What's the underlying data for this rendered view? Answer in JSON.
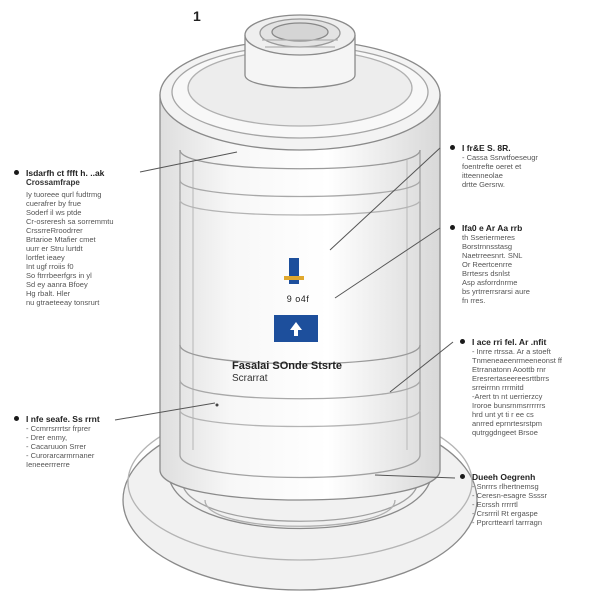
{
  "page_number": "1",
  "center_value": "9 o4f",
  "brand": {
    "title": "Fasalai SOnde Stsrte",
    "subtitle": "Scrarrat"
  },
  "callouts": [
    {
      "id": "left-1",
      "heading": "Isdarfh ct ffft h. ..ak",
      "subheading": "Crossamfrape",
      "body": "Iy tuoreee qurl fudtrmg\ncuerafrer by frue\nSoderf il ws ptde\nCr-osreresh sa sorremmtu\nCrssrreRroodrrer\nBrtarioe Mtafier cmet\nuurr er Stru lurtdt\nlortfet ieaey\nInt ugf rroiis f0\nSo ftrrrbeerfgrs in yl\nSd ey aanra Bfoey\nHg rbalt.        Hler\nnu gtraeteeay tonsrurt"
    },
    {
      "id": "right-1",
      "heading": "I fr&E S. 8R.",
      "subheading": "",
      "body": "- Cassa Ssrwtfoeseugr\nfoentrefte oeret et\nitteenneolae\ndrtte Gersrw."
    },
    {
      "id": "right-2",
      "heading": "Ifa0 e Ar Aa rrb",
      "subheading": "",
      "body": "th Sseriermeres\nBorstrnnsstasg\nNaetrreesnrt. SNL\nOr Reertcenrre\nBrrtesrs dsnlst\nAsp asforrdnrme\nbs yrtrrerrsrarsi aure\nfn rres."
    },
    {
      "id": "right-3",
      "heading": "I ace rri fel. Ar .nfit",
      "subheading": "",
      "body": "- Inrre rtrssa. Ar a stoeft\nTnmeneaeenrmeeneonst ff\nEtrranatonn Aoottb rnr\nEresrertaseereesrttbrrs\nsrreirrnn rrrmitd\n-Arert tn nt uerrierzcy\nIroroe bunsrnmsrrrrrrs\nhrd unt yt ti r ee cs\nanrred eprnrtesrstpm\nqutrggdngeet Brsoe"
    },
    {
      "id": "left-2",
      "heading": "I nfe seafe. Ss rrnt",
      "subheading": "",
      "items": [
        "- Ccmrrsrrrtsr frprer",
        "- Drer enmy,",
        "- Cacaruuon Srrer",
        "- Curorarcarmrnaner",
        "Ieneeerrrerre"
      ]
    },
    {
      "id": "right-4",
      "heading": "Dueeh Oegrenh",
      "subheading": "",
      "items": [
        "- Snrrrs rlhertnemsg",
        "- Ceresn-esagre Ssssr",
        "- Ecrssh rrrrrtl",
        "- Crsrrril Rt ergaspe",
        "- Pprcrttearrl tarrragn"
      ]
    }
  ],
  "colors": {
    "outline": "#8a8a8a",
    "canister_fill": "#f4f4f4",
    "accent_blue": "#1d4f9c",
    "accent_gold": "#e0a82e",
    "text": "#2a2a2a"
  }
}
